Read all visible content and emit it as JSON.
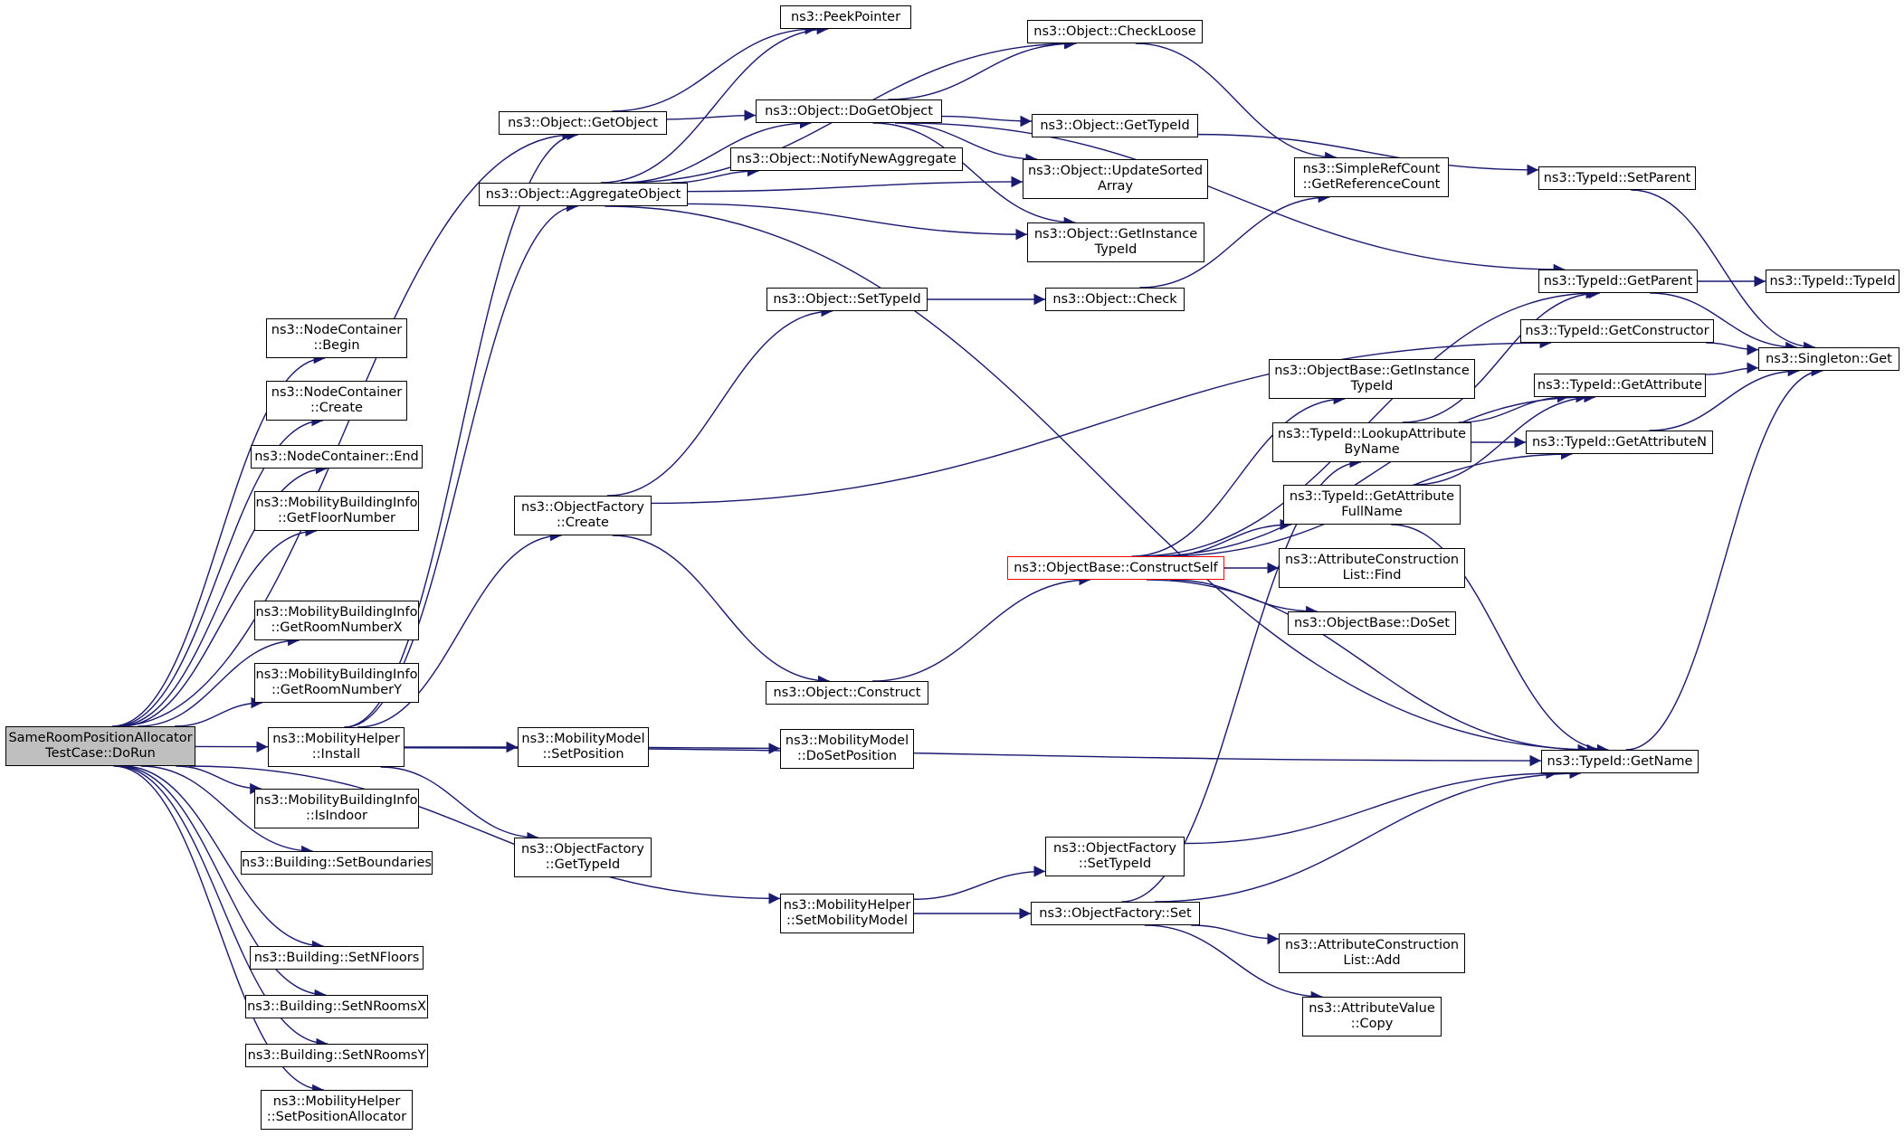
{
  "colors": {
    "edge": "#191970",
    "node_border": "#000000",
    "root_fill": "#bfbfbf",
    "highlight_border": "#ff0000"
  },
  "nodes": {
    "root": {
      "l1": "SameRoomPositionAllocator",
      "l2": "TestCase::DoRun"
    },
    "nc_begin": {
      "l1": "ns3::NodeContainer",
      "l2": "::Begin"
    },
    "nc_create": {
      "l1": "ns3::NodeContainer",
      "l2": "::Create"
    },
    "nc_end": {
      "l1": "ns3::NodeContainer::End"
    },
    "mbi_floor": {
      "l1": "ns3::MobilityBuildingInfo",
      "l2": "::GetFloorNumber"
    },
    "mbi_roomx": {
      "l1": "ns3::MobilityBuildingInfo",
      "l2": "::GetRoomNumberX"
    },
    "mbi_roomy": {
      "l1": "ns3::MobilityBuildingInfo",
      "l2": "::GetRoomNumberY"
    },
    "mh_install": {
      "l1": "ns3::MobilityHelper",
      "l2": "::Install"
    },
    "mbi_indoor": {
      "l1": "ns3::MobilityBuildingInfo",
      "l2": "::IsIndoor"
    },
    "b_setbounds": {
      "l1": "ns3::Building::SetBoundaries"
    },
    "b_setnfloors": {
      "l1": "ns3::Building::SetNFloors"
    },
    "b_setnroomsx": {
      "l1": "ns3::Building::SetNRoomsX"
    },
    "b_setnroomsy": {
      "l1": "ns3::Building::SetNRoomsY"
    },
    "mh_setposalloc": {
      "l1": "ns3::MobilityHelper",
      "l2": "::SetPositionAllocator"
    },
    "obj_getobject": {
      "l1": "ns3::Object::GetObject"
    },
    "obj_aggregate": {
      "l1": "ns3::Object::AggregateObject"
    },
    "of_create": {
      "l1": "ns3::ObjectFactory",
      "l2": "::Create"
    },
    "mm_setpos": {
      "l1": "ns3::MobilityModel",
      "l2": "::SetPosition"
    },
    "of_gettypeid": {
      "l1": "ns3::ObjectFactory",
      "l2": "::GetTypeId"
    },
    "mh_setmobmodel": {
      "l1": "ns3::MobilityHelper",
      "l2": "::SetMobilityModel"
    },
    "peekpointer": {
      "l1": "ns3::PeekPointer"
    },
    "obj_dogetobject": {
      "l1": "ns3::Object::DoGetObject"
    },
    "obj_notify": {
      "l1": "ns3::Object::NotifyNewAggregate"
    },
    "obj_settypeid": {
      "l1": "ns3::Object::SetTypeId"
    },
    "obj_construct": {
      "l1": "ns3::Object::Construct"
    },
    "mm_dosetpos": {
      "l1": "ns3::MobilityModel",
      "l2": "::DoSetPosition"
    },
    "of_settypeid": {
      "l1": "ns3::ObjectFactory",
      "l2": "::SetTypeId"
    },
    "of_set": {
      "l1": "ns3::ObjectFactory::Set"
    },
    "obj_checkloose": {
      "l1": "ns3::Object::CheckLoose"
    },
    "obj_gettypeid": {
      "l1": "ns3::Object::GetTypeId"
    },
    "obj_updatesorted": {
      "l1": "ns3::Object::UpdateSorted",
      "l2": "Array"
    },
    "obj_getinstance": {
      "l1": "ns3::Object::GetInstance",
      "l2": "TypeId"
    },
    "obj_check": {
      "l1": "ns3::Object::Check"
    },
    "ob_constructself": {
      "l1": "ns3::ObjectBase::ConstructSelf"
    },
    "src_getrefcount": {
      "l1": "ns3::SimpleRefCount",
      "l2": "::GetReferenceCount"
    },
    "ob_getinstance": {
      "l1": "ns3::ObjectBase::GetInstance",
      "l2": "TypeId"
    },
    "tid_lookup": {
      "l1": "ns3::TypeId::LookupAttribute",
      "l2": "ByName"
    },
    "tid_getattrfull": {
      "l1": "ns3::TypeId::GetAttribute",
      "l2": "FullName"
    },
    "acl_find": {
      "l1": "ns3::AttributeConstruction",
      "l2": "List::Find"
    },
    "ob_doset": {
      "l1": "ns3::ObjectBase::DoSet"
    },
    "acl_add": {
      "l1": "ns3::AttributeConstruction",
      "l2": "List::Add"
    },
    "av_copy": {
      "l1": "ns3::AttributeValue",
      "l2": "::Copy"
    },
    "tid_setparent": {
      "l1": "ns3::TypeId::SetParent"
    },
    "tid_getparent": {
      "l1": "ns3::TypeId::GetParent"
    },
    "tid_getconstructor": {
      "l1": "ns3::TypeId::GetConstructor"
    },
    "tid_getattribute": {
      "l1": "ns3::TypeId::GetAttribute"
    },
    "tid_getattributen": {
      "l1": "ns3::TypeId::GetAttributeN"
    },
    "tid_getname": {
      "l1": "ns3::TypeId::GetName"
    },
    "tid_typeid": {
      "l1": "ns3::TypeId::TypeId"
    },
    "singleton_get": {
      "l1": "ns3::Singleton::Get"
    }
  },
  "edges": [
    [
      "root",
      "nc_begin"
    ],
    [
      "root",
      "nc_create"
    ],
    [
      "root",
      "nc_end"
    ],
    [
      "root",
      "mbi_floor"
    ],
    [
      "root",
      "mbi_roomx"
    ],
    [
      "root",
      "mbi_roomy"
    ],
    [
      "root",
      "mh_install"
    ],
    [
      "root",
      "mbi_indoor"
    ],
    [
      "root",
      "b_setbounds"
    ],
    [
      "root",
      "b_setnfloors"
    ],
    [
      "root",
      "b_setnroomsx"
    ],
    [
      "root",
      "b_setnroomsy"
    ],
    [
      "root",
      "mh_setposalloc"
    ],
    [
      "root",
      "obj_getobject"
    ],
    [
      "root",
      "mh_setmobmodel"
    ],
    [
      "mh_install",
      "obj_getobject"
    ],
    [
      "mh_install",
      "obj_aggregate"
    ],
    [
      "mh_install",
      "of_create"
    ],
    [
      "mh_install",
      "mm_setpos"
    ],
    [
      "mh_install",
      "of_gettypeid"
    ],
    [
      "mh_install",
      "tid_getname"
    ],
    [
      "obj_getobject",
      "peekpointer"
    ],
    [
      "obj_getobject",
      "obj_dogetobject"
    ],
    [
      "obj_aggregate",
      "peekpointer"
    ],
    [
      "obj_aggregate",
      "obj_dogetobject"
    ],
    [
      "obj_aggregate",
      "obj_notify"
    ],
    [
      "obj_aggregate",
      "obj_checkloose"
    ],
    [
      "obj_aggregate",
      "obj_updatesorted"
    ],
    [
      "obj_aggregate",
      "obj_getinstance"
    ],
    [
      "obj_aggregate",
      "tid_getname"
    ],
    [
      "obj_dogetobject",
      "obj_checkloose"
    ],
    [
      "obj_dogetobject",
      "obj_gettypeid"
    ],
    [
      "obj_dogetobject",
      "obj_updatesorted"
    ],
    [
      "obj_dogetobject",
      "obj_getinstance"
    ],
    [
      "obj_dogetobject",
      "tid_getparent"
    ],
    [
      "of_create",
      "obj_settypeid"
    ],
    [
      "of_create",
      "obj_construct"
    ],
    [
      "of_create",
      "tid_getconstructor"
    ],
    [
      "obj_settypeid",
      "obj_check"
    ],
    [
      "obj_check",
      "src_getrefcount"
    ],
    [
      "obj_checkloose",
      "src_getrefcount"
    ],
    [
      "obj_gettypeid",
      "tid_setparent"
    ],
    [
      "obj_construct",
      "ob_constructself"
    ],
    [
      "mm_setpos",
      "mm_dosetpos"
    ],
    [
      "mh_setmobmodel",
      "of_settypeid"
    ],
    [
      "mh_setmobmodel",
      "of_set"
    ],
    [
      "of_settypeid",
      "tid_getname"
    ],
    [
      "of_set",
      "tid_getname"
    ],
    [
      "of_set",
      "tid_lookup"
    ],
    [
      "of_set",
      "acl_add"
    ],
    [
      "of_set",
      "av_copy"
    ],
    [
      "ob_constructself",
      "tid_getparent"
    ],
    [
      "ob_constructself",
      "tid_getattribute"
    ],
    [
      "ob_constructself",
      "ob_getinstance"
    ],
    [
      "ob_constructself",
      "tid_getattrfull"
    ],
    [
      "ob_constructself",
      "acl_find"
    ],
    [
      "ob_constructself",
      "ob_doset"
    ],
    [
      "ob_constructself",
      "tid_getattributen"
    ],
    [
      "ob_constructself",
      "tid_getname"
    ],
    [
      "tid_lookup",
      "tid_getparent"
    ],
    [
      "tid_lookup",
      "tid_getattribute"
    ],
    [
      "tid_lookup",
      "tid_getattributen"
    ],
    [
      "tid_getattrfull",
      "tid_getattribute"
    ],
    [
      "tid_getattrfull",
      "tid_getname"
    ],
    [
      "tid_setparent",
      "singleton_get"
    ],
    [
      "tid_getparent",
      "tid_typeid"
    ],
    [
      "tid_getparent",
      "singleton_get"
    ],
    [
      "tid_getconstructor",
      "singleton_get"
    ],
    [
      "tid_getattribute",
      "singleton_get"
    ],
    [
      "tid_getattributen",
      "singleton_get"
    ],
    [
      "tid_getname",
      "singleton_get"
    ]
  ]
}
